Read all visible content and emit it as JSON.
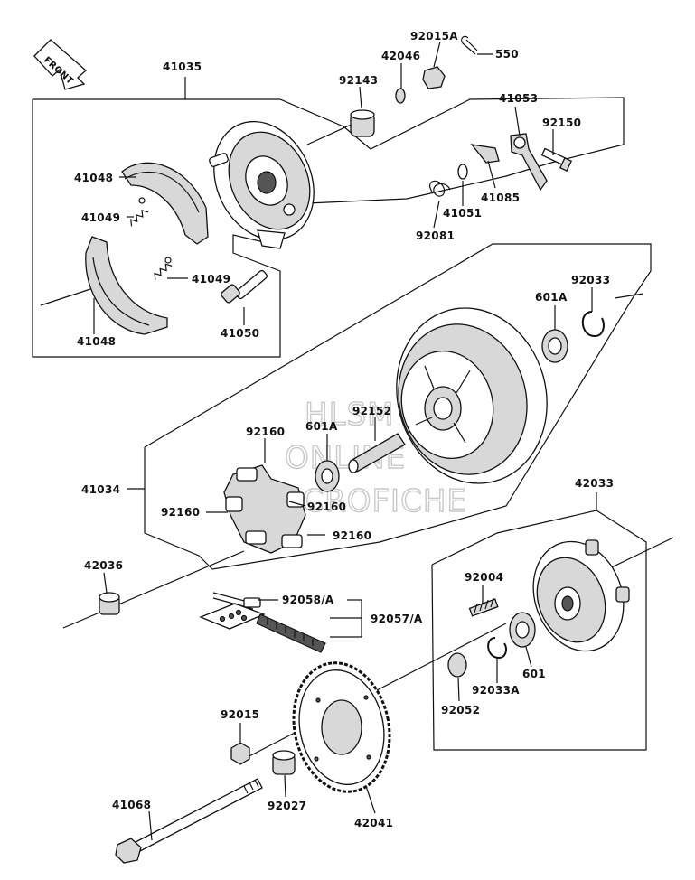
{
  "diagram": {
    "front_label": "FRONT",
    "watermark": [
      "HLSM",
      "ONLINE",
      "MICROFICHE"
    ],
    "parts": [
      {
        "id": "p41035",
        "number": "41035"
      },
      {
        "id": "p92015a",
        "number": "92015A"
      },
      {
        "id": "p550",
        "number": "550"
      },
      {
        "id": "p42046",
        "number": "42046"
      },
      {
        "id": "p92143",
        "number": "92143"
      },
      {
        "id": "p41053",
        "number": "41053"
      },
      {
        "id": "p92150",
        "number": "92150"
      },
      {
        "id": "p41048a",
        "number": "41048"
      },
      {
        "id": "p41049a",
        "number": "41049"
      },
      {
        "id": "p41085",
        "number": "41085"
      },
      {
        "id": "p41051",
        "number": "41051"
      },
      {
        "id": "p92081",
        "number": "92081"
      },
      {
        "id": "p41049b",
        "number": "41049"
      },
      {
        "id": "p41048b",
        "number": "41048"
      },
      {
        "id": "p41050",
        "number": "41050"
      },
      {
        "id": "p601a",
        "number": "601A"
      },
      {
        "id": "p92033",
        "number": "92033"
      },
      {
        "id": "p92152",
        "number": "92152"
      },
      {
        "id": "p601a2",
        "number": "601A"
      },
      {
        "id": "p92160a",
        "number": "92160"
      },
      {
        "id": "p41034",
        "number": "41034"
      },
      {
        "id": "p92160b",
        "number": "92160"
      },
      {
        "id": "p92160c",
        "number": "92160"
      },
      {
        "id": "p92160d",
        "number": "92160"
      },
      {
        "id": "p42033",
        "number": "42033"
      },
      {
        "id": "p42036",
        "number": "42036"
      },
      {
        "id": "p92004",
        "number": "92004"
      },
      {
        "id": "p92058",
        "number": "92058/A"
      },
      {
        "id": "p92057",
        "number": "92057/A"
      },
      {
        "id": "p601",
        "number": "601"
      },
      {
        "id": "p92033a",
        "number": "92033A"
      },
      {
        "id": "p92052",
        "number": "92052"
      },
      {
        "id": "p92015",
        "number": "92015"
      },
      {
        "id": "p92027",
        "number": "92027"
      },
      {
        "id": "p41068",
        "number": "41068"
      },
      {
        "id": "p42041",
        "number": "42041"
      }
    ]
  }
}
